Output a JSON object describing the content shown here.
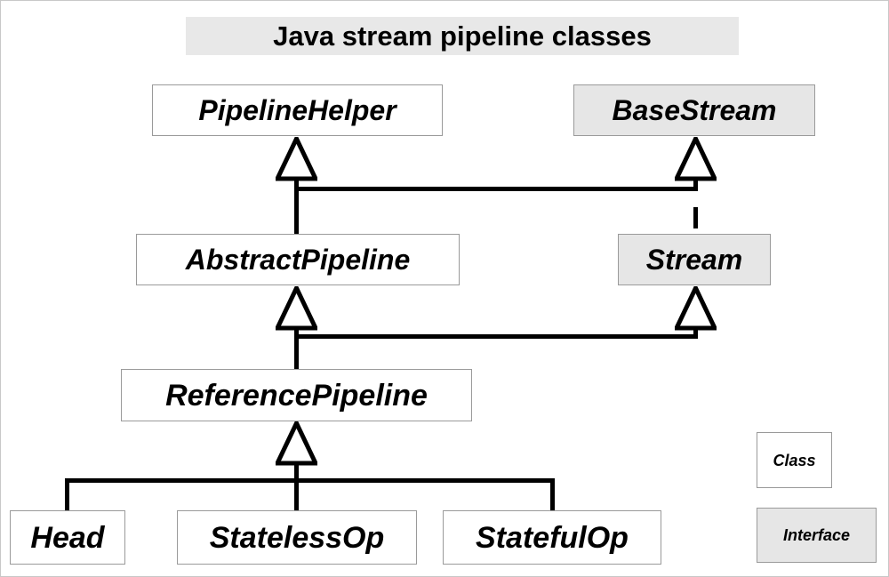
{
  "diagram": {
    "title": "Java stream pipeline classes",
    "type": "uml-class-diagram",
    "nodes": [
      {
        "id": "pipelinehelper",
        "label": "PipelineHelper",
        "kind": "Interface",
        "style": "class-box-white"
      },
      {
        "id": "basestream",
        "label": "BaseStream",
        "kind": "Interface",
        "style": "interface-box-gray"
      },
      {
        "id": "abstractpipeline",
        "label": "AbstractPipeline",
        "kind": "Class",
        "style": "class-box-white"
      },
      {
        "id": "stream",
        "label": "Stream",
        "kind": "Interface",
        "style": "interface-box-gray"
      },
      {
        "id": "referencepipeline",
        "label": "ReferencePipeline",
        "kind": "Class",
        "style": "class-box-white"
      },
      {
        "id": "head",
        "label": "Head",
        "kind": "Class",
        "style": "class-box-white"
      },
      {
        "id": "statelessop",
        "label": "StatelessOp",
        "kind": "Class",
        "style": "class-box-white"
      },
      {
        "id": "statefulop",
        "label": "StatefulOp",
        "kind": "Class",
        "style": "class-box-white"
      }
    ],
    "edges": [
      {
        "from": "abstractpipeline",
        "to": "pipelinehelper",
        "type": "generalization"
      },
      {
        "from": "abstractpipeline",
        "to": "basestream",
        "type": "generalization"
      },
      {
        "from": "stream",
        "to": "basestream",
        "type": "realization"
      },
      {
        "from": "referencepipeline",
        "to": "abstractpipeline",
        "type": "generalization"
      },
      {
        "from": "referencepipeline",
        "to": "stream",
        "type": "generalization"
      },
      {
        "from": "head",
        "to": "referencepipeline",
        "type": "generalization"
      },
      {
        "from": "statelessop",
        "to": "referencepipeline",
        "type": "generalization"
      },
      {
        "from": "statefulop",
        "to": "referencepipeline",
        "type": "generalization"
      }
    ]
  },
  "legend": {
    "class_label": "Class",
    "interface_label": "Interface"
  },
  "colors": {
    "background": "#ffffff",
    "title_banner": "#e8e8e8",
    "class_fill": "#ffffff",
    "interface_fill": "#e6e6e6",
    "box_border": "#9a9a9a",
    "line": "#000000"
  }
}
